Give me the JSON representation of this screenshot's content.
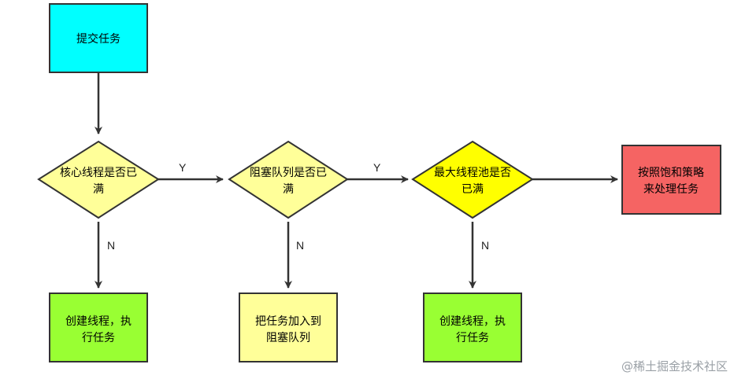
{
  "diagram": {
    "nodes": {
      "submit": {
        "text": "提交任务",
        "color": "#00ffff"
      },
      "core_full": {
        "lines": [
          "核心线程是否已",
          "满"
        ],
        "color": "#ffff99"
      },
      "queue_full": {
        "lines": [
          "阻塞队列是否已",
          "满"
        ],
        "color": "#ffff99"
      },
      "max_full": {
        "lines": [
          "最大线程池是否",
          "已满"
        ],
        "color": "#ffff00"
      },
      "policy": {
        "lines": [
          "按照饱和策略",
          "来处理任务"
        ],
        "color": "#f56463"
      },
      "create1": {
        "lines": [
          "创建线程，执",
          "行任务"
        ],
        "color": "#99ff33"
      },
      "enqueue": {
        "lines": [
          "把任务加入到",
          "阻塞队列"
        ],
        "color": "#ffff99"
      },
      "create2": {
        "lines": [
          "创建线程，执",
          "行任务"
        ],
        "color": "#99ff33"
      }
    },
    "edge_labels": {
      "yes": "Y",
      "no": "N"
    },
    "stroke_color": "#333333"
  },
  "watermark": "@稀土掘金技术社区"
}
